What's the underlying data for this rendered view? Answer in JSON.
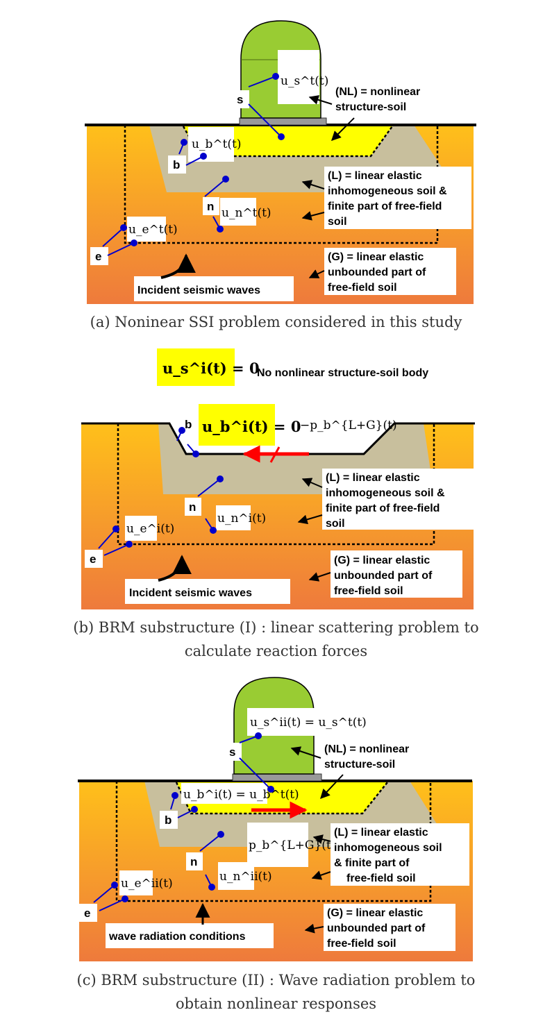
{
  "panel_a": {
    "caption": "(a) Noninear SSI problem considered in this study",
    "label_s": "s",
    "label_b": "b",
    "label_n": "n",
    "label_e": "e",
    "nl_line1": "(NL) = nonlinear",
    "nl_line2": "structure-soil",
    "l_line1": "(L) = linear elastic",
    "l_line2": "inhomogeneous soil &",
    "l_line3": "finite part of free-field",
    "l_line4": "soil",
    "g_line1": "(G) = linear elastic",
    "g_line2": "unbounded part of",
    "g_line3": "free-field soil",
    "incident": "Incident seismic waves",
    "eq_s": "u_s^t(t)",
    "eq_b": "u_b^t(t)",
    "eq_n": "u_n^t(t)",
    "eq_e": "u_e^t(t)"
  },
  "panel_b": {
    "caption_line1": "(b) BRM substructure (I) : linear scattering problem to",
    "caption_line2": "calculate reaction forces",
    "top_eq": "u_s^i(t) = 0",
    "top_note": "No nonlinear structure-soil body",
    "label_b": "b",
    "label_n": "n",
    "label_e": "e",
    "eq_b": "u_b^i(t) = 0",
    "force": "−p_b^{L+G}(t)",
    "l_line1": "(L) = linear elastic",
    "l_line2": "inhomogeneous soil &",
    "l_line3": "finite part of free-field",
    "l_line4": "soil",
    "g_line1": "(G) = linear elastic",
    "g_line2": "unbounded part of",
    "g_line3": "free-field soil",
    "incident": "Incident seismic waves",
    "eq_n": "u_n^i(t)",
    "eq_e": "u_e^i(t)"
  },
  "panel_c": {
    "caption_line1": "(c) BRM substructure (II) : Wave radiation problem to",
    "caption_line2": "obtain nonlinear responses",
    "label_s": "s",
    "label_b": "b",
    "label_n": "n",
    "label_e": "e",
    "eq_s": "u_s^ii(t) = u_s^t(t)",
    "eq_b": "u_b^i(t) = u_b^t(t)",
    "force": "p_b^{L+G}(t)",
    "nl_line1": "(NL) = nonlinear",
    "nl_line2": "structure-soil",
    "l_line1": "(L) = linear elastic",
    "l_line2": "inhomogeneous soil",
    "l_line3": "& finite part of",
    "l_line4": "free-field soil",
    "g_line1": "(G) = linear elastic",
    "g_line2": "unbounded part of",
    "g_line3": "free-field soil",
    "radiation": "wave radiation conditions",
    "eq_n": "u_n^ii(t)",
    "eq_e": "u_e^ii(t)"
  },
  "colors": {
    "soil_top": "#ffc01a",
    "soil_bottom": "#ee7a3c",
    "trapezoid": "#c8bf9d",
    "nonlinear_zone": "#ffff00",
    "structure": "#99cc33",
    "arrow_red": "#ff0000",
    "pointer_blue": "#0000cc"
  }
}
